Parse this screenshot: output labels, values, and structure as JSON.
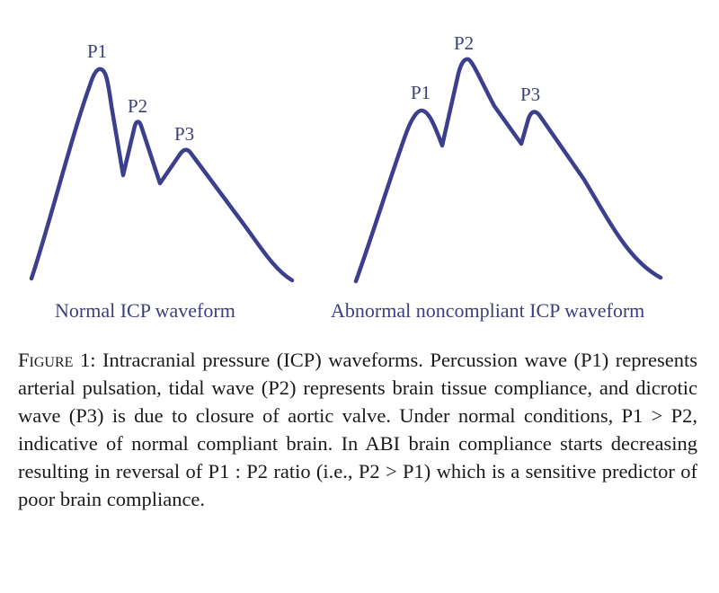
{
  "figure": {
    "panels": [
      {
        "title": "Normal ICP waveform",
        "peaks": [
          {
            "label": "P1"
          },
          {
            "label": "P2"
          },
          {
            "label": "P3"
          }
        ]
      },
      {
        "title": "Abnormal noncompliant ICP waveform",
        "peaks": [
          {
            "label": "P1"
          },
          {
            "label": "P2"
          },
          {
            "label": "P3"
          }
        ]
      }
    ],
    "line_color": "#3b3f8c"
  },
  "caption": {
    "label": "Figure 1:",
    "text": " Intracranial pressure (ICP) waveforms. Percussion wave (P1) represents arterial pulsation, tidal wave (P2) represents brain tissue compliance, and dicrotic wave (P3) is due to closure of aortic valve. Under normal conditions, P1 > P2, indicative of normal compliant brain. In ABI brain compliance starts decreasing resulting in reversal of P1 : P2 ratio (i.e., P2 > P1) which is a sensitive predictor of poor brain compliance."
  }
}
